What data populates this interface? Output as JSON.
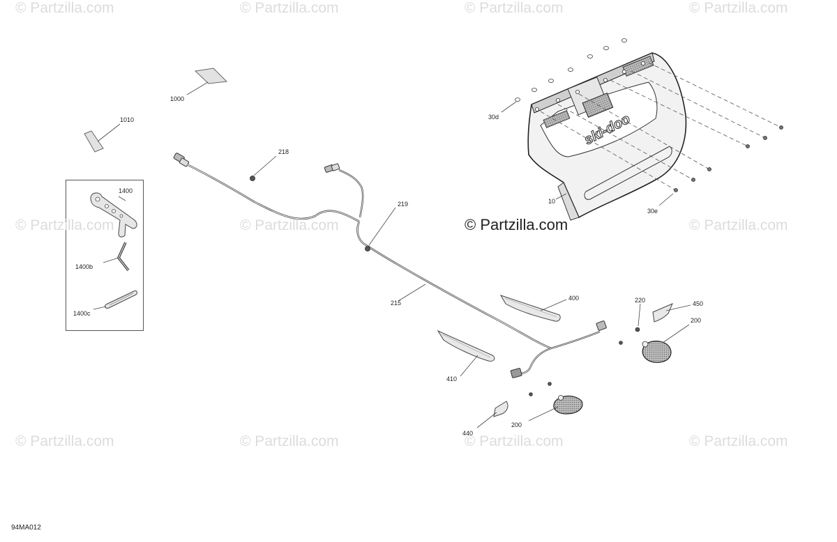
{
  "watermarks": {
    "w1": "© Partzilla.com",
    "w2": "© Partzilla.com",
    "w3": "© Partzilla.com",
    "w4": "© Partzilla.com",
    "w5": "© Partzilla.com",
    "w6": "© Partzilla.com",
    "w7": "© Partzilla.com",
    "w8": "© Partzilla.com",
    "w9": "© Partzilla.com",
    "w10": "© Partzilla.com",
    "w11": "© Partzilla.com",
    "center": "© Partzilla.com"
  },
  "callouts": {
    "c1000": "1000",
    "c1010": "1010",
    "c1400": "1400",
    "c1400b": "1400b",
    "c1400c": "1400c",
    "c218": "218",
    "c219": "219",
    "c215": "215",
    "c30d": "30d",
    "c10": "10",
    "c30e": "30e",
    "c400": "400",
    "c410": "410",
    "c220": "220",
    "c450": "450",
    "c200a": "200",
    "c200b": "200",
    "c440": "440"
  },
  "diagram_code": "94MA012",
  "brand_logo_text": "ski-doo"
}
